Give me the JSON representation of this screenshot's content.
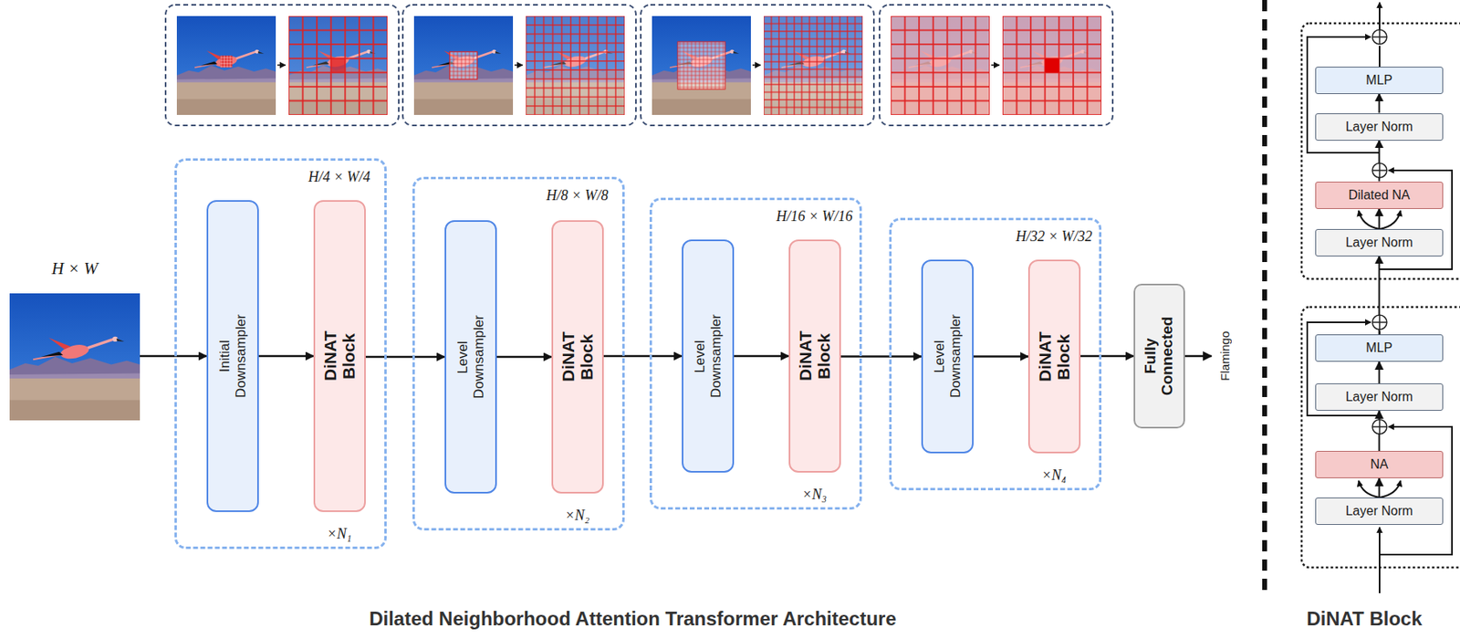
{
  "diagram": {
    "caption": "Dilated Neighborhood Attention Transformer Architecture",
    "nodes": [
      {
        "text": [
          "H × W"
        ]
      },
      {
        "text": [
          "H/4 × W/4",
          "×N₁"
        ]
      },
      {
        "text": [
          "Initial Downsampler"
        ],
        "in": 1
      },
      {
        "text": [
          "DiNAT Block"
        ],
        "in": 1
      },
      {
        "text": [
          "H/8 × W/8",
          "×N₂"
        ]
      },
      {
        "text": [
          "Level Downsampler"
        ],
        "in": 4
      },
      {
        "text": [
          "DiNAT Block"
        ],
        "in": 4
      },
      {
        "text": [
          "H/16 × W/16",
          "×N₃"
        ]
      },
      {
        "text": [
          "Level Downsampler"
        ],
        "in": 7
      },
      {
        "text": [
          "DiNAT Block"
        ],
        "in": 7
      },
      {
        "text": [
          "H/32 × W/32",
          "×N₄"
        ]
      },
      {
        "text": [
          "Level Downsampler"
        ],
        "in": 10
      },
      {
        "text": [
          "DiNAT Block"
        ],
        "in": 10
      },
      {
        "text": [
          "Fully Connected"
        ]
      },
      {
        "text": [
          "MLP"
        ]
      },
      {
        "text": [
          "Layer Norm"
        ]
      },
      {
        "text": [
          "Dilated NA"
        ]
      },
      {
        "text": [
          "Layer Norm"
        ]
      },
      {
        "text": [
          "MLP"
        ]
      },
      {
        "text": [
          "Layer Norm"
        ]
      },
      {
        "text": [
          "NA"
        ]
      },
      {
        "text": [
          "Layer Norm"
        ]
      }
    ],
    "edges": [
      {
        "from": 0,
        "to": 2,
        "arrow": "to"
      },
      {
        "from": 2,
        "to": 3,
        "arrow": "to"
      },
      {
        "from": 3,
        "to": 5,
        "arrow": "to"
      },
      {
        "from": 5,
        "to": 6,
        "arrow": "to"
      },
      {
        "from": 6,
        "to": 8,
        "arrow": "to"
      },
      {
        "from": 8,
        "to": 9,
        "arrow": "to"
      },
      {
        "from": 9,
        "to": 11,
        "arrow": "to"
      },
      {
        "from": 11,
        "to": 12,
        "arrow": "to"
      },
      {
        "from": 12,
        "to": 13,
        "arrow": "to"
      },
      {
        "from": 21,
        "to": 20,
        "arrow": "to"
      },
      {
        "from": 20,
        "to": 19,
        "arrow": "to"
      },
      {
        "from": 19,
        "to": 18,
        "arrow": "to"
      },
      {
        "from": 18,
        "to": 17,
        "arrow": "to"
      },
      {
        "from": 17,
        "to": 16,
        "arrow": "to"
      },
      {
        "from": 16,
        "to": 15,
        "arrow": "to"
      },
      {
        "from": 15,
        "to": 14,
        "arrow": "to"
      }
    ],
    "labels": [
      "Flamingo",
      "DiNAT Block"
    ]
  }
}
